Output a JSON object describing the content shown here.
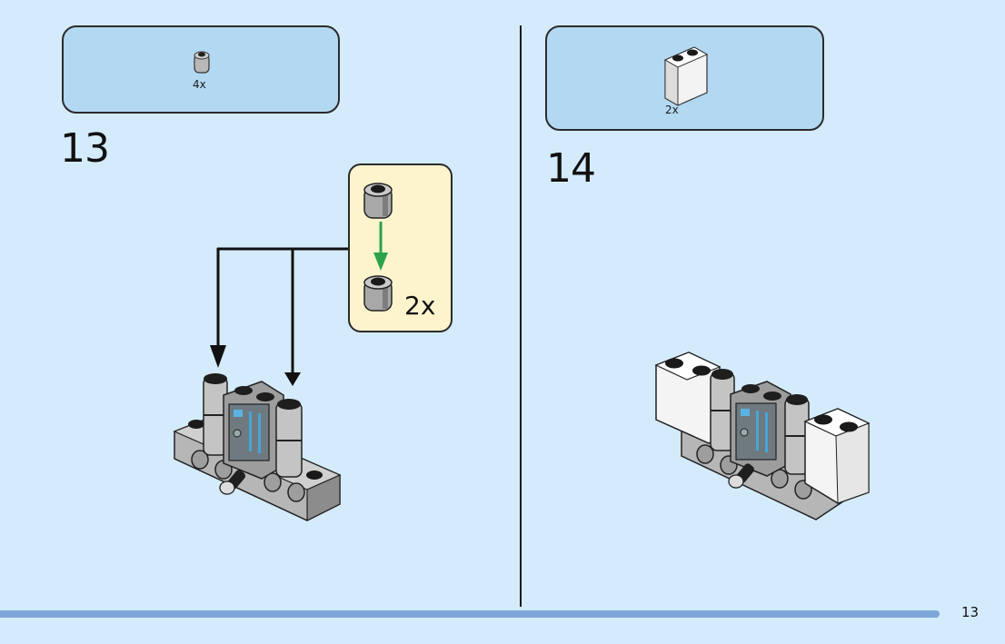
{
  "page": {
    "page_number": "13",
    "background_color": "#d4ebfb",
    "footer_bar_color": "#7fa6d8"
  },
  "steps": [
    {
      "number": "13",
      "parts_list": [
        {
          "part": "round-brick-1x1-light-gray",
          "quantity": "4x"
        }
      ],
      "callout": {
        "quantity": "2x",
        "description": "stack two round 1x1 bricks",
        "arrow_color": "#2aa34a",
        "background_color": "#fdf4cd"
      },
      "model": "technic-beam-with-control-panel-tile"
    },
    {
      "number": "14",
      "parts_list": [
        {
          "part": "brick-1x2x2-white",
          "quantity": "2x"
        }
      ],
      "model": "technic-beam-with-control-panel-and-white-bricks"
    }
  ]
}
